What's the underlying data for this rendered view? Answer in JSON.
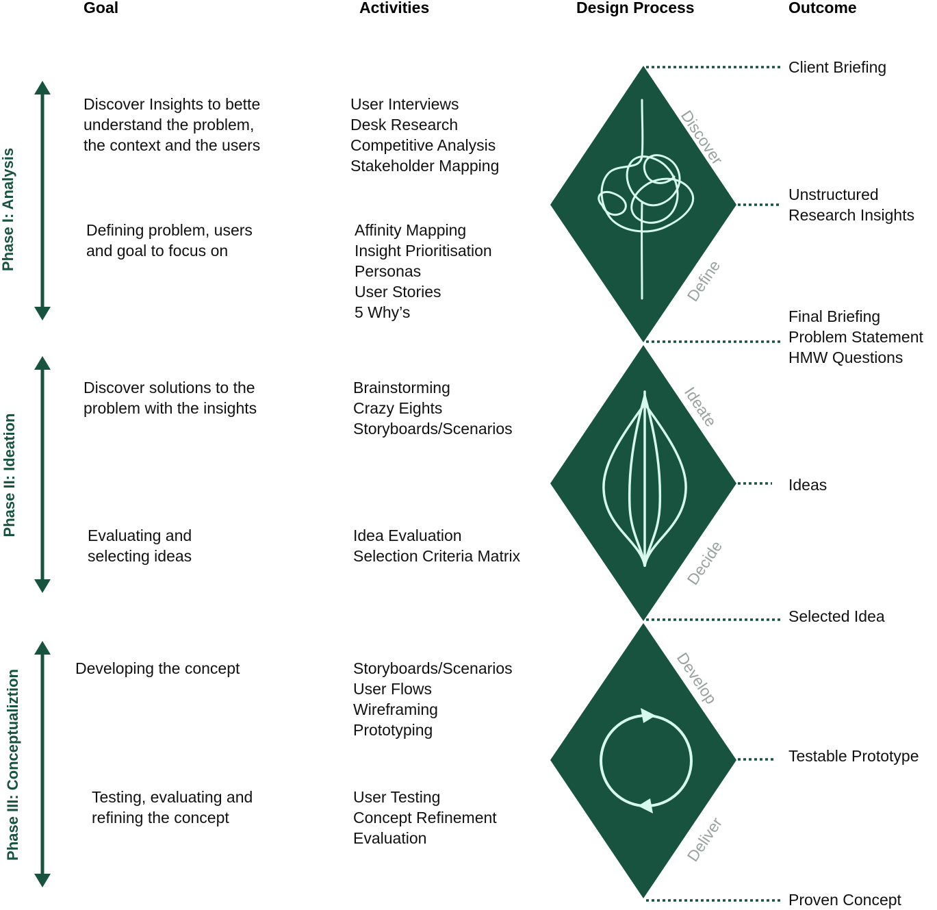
{
  "headers": {
    "goal": "Goal",
    "activities": "Activities",
    "design_process": "Design Process",
    "outcome": "Outcome"
  },
  "phases": [
    {
      "label": "Phase I: Analysis"
    },
    {
      "label": "Phase II: Ideation"
    },
    {
      "label": "Phase III: Conceptualiztion"
    }
  ],
  "goals": [
    {
      "lines": [
        "Discover Insights to bette",
        "understand the problem,",
        "the context and the users"
      ]
    },
    {
      "lines": [
        "Defining problem, users",
        "and goal to focus on"
      ]
    },
    {
      "lines": [
        "Discover solutions to the",
        "problem with the insights"
      ]
    },
    {
      "lines": [
        "Evaluating and",
        "selecting ideas"
      ]
    },
    {
      "lines": [
        "Developing the concept"
      ]
    },
    {
      "lines": [
        "Testing, evaluating and",
        "refining the concept"
      ]
    }
  ],
  "activities": [
    {
      "lines": [
        "User Interviews",
        "Desk Research",
        "Competitive Analysis",
        "Stakeholder Mapping"
      ]
    },
    {
      "lines": [
        "Affinity Mapping",
        "Insight Prioritisation",
        "Personas",
        "User Stories",
        "5 Why’s"
      ]
    },
    {
      "lines": [
        "Brainstorming",
        "Crazy Eights",
        "Storyboards/Scenarios"
      ]
    },
    {
      "lines": [
        "Idea Evaluation",
        "Selection Criteria Matrix"
      ]
    },
    {
      "lines": [
        "Storyboards/Scenarios",
        "User Flows",
        "Wireframing",
        "Prototyping"
      ]
    },
    {
      "lines": [
        "User Testing",
        "Concept Refinement",
        "Evaluation"
      ]
    }
  ],
  "stages": [
    "Discover",
    "Define",
    "Ideate",
    "Decide",
    "Develop",
    "Deliver"
  ],
  "outcomes": [
    {
      "lines": [
        "Client Briefing"
      ]
    },
    {
      "lines": [
        "Unstructured",
        "Research Insights"
      ]
    },
    {
      "lines": [
        "Final Briefing",
        "Problem Statement",
        "HMW Questions"
      ]
    },
    {
      "lines": [
        "Ideas"
      ]
    },
    {
      "lines": [
        "Selected Idea"
      ]
    },
    {
      "lines": [
        "Testable Prototype"
      ]
    },
    {
      "lines": [
        "Proven Concept"
      ]
    }
  ],
  "colors": {
    "primary": "#17533f",
    "line_light": "#d6fbee",
    "stage_text": "#9aa29e",
    "text": "#111111"
  }
}
